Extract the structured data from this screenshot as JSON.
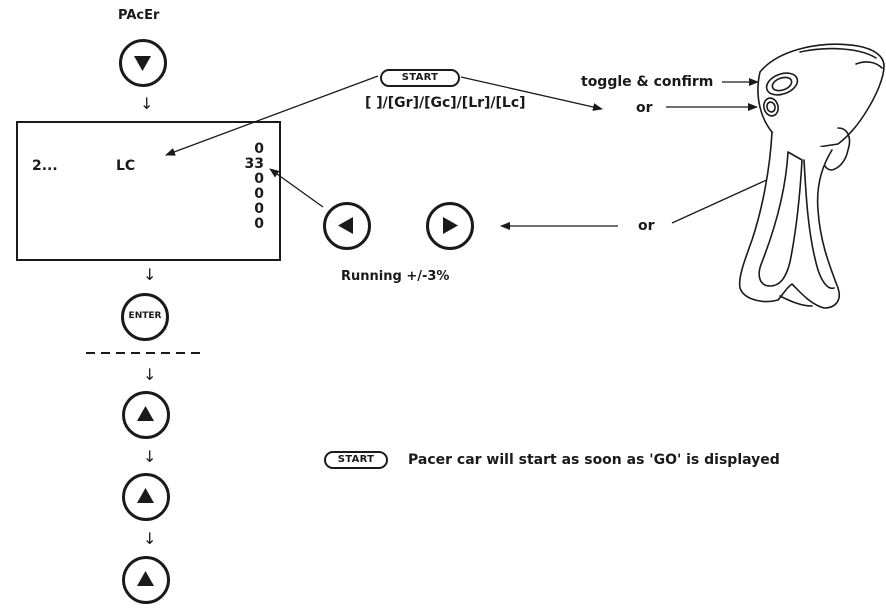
{
  "title": "PAcEr",
  "start_label": "START",
  "options_text": "[ ]/[Gr]/[Gc]/[Lr]/[Lc]",
  "toggle_label": "toggle & confirm",
  "or_label_1": "or",
  "or_label_2": "or",
  "display": {
    "row_label": "2...",
    "mode": "LC",
    "values": [
      "0",
      "33",
      "0",
      "0",
      "0",
      "0"
    ]
  },
  "running_label": "Running +/-3%",
  "enter_label": "ENTER",
  "footer_note": "Pacer car will start as soon as 'GO' is displayed",
  "down_arrow_glyph": "↓",
  "icons": [
    "down-triangle-icon",
    "left-triangle-icon",
    "right-triangle-icon",
    "up-triangle-icon",
    "handset-controller-icon"
  ]
}
